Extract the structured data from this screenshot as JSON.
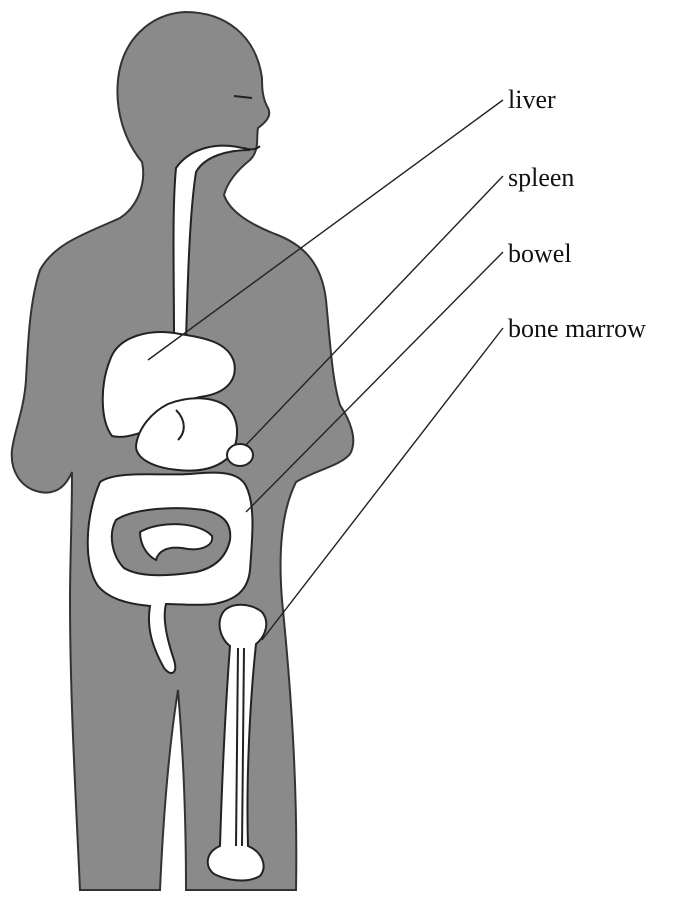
{
  "labels": {
    "liver": "liver",
    "spleen": "spleen",
    "bowel": "bowel",
    "bone_marrow": "bone marrow"
  },
  "colors": {
    "body": "#8a8a8a",
    "organ": "#ffffff",
    "line": "#222222"
  }
}
